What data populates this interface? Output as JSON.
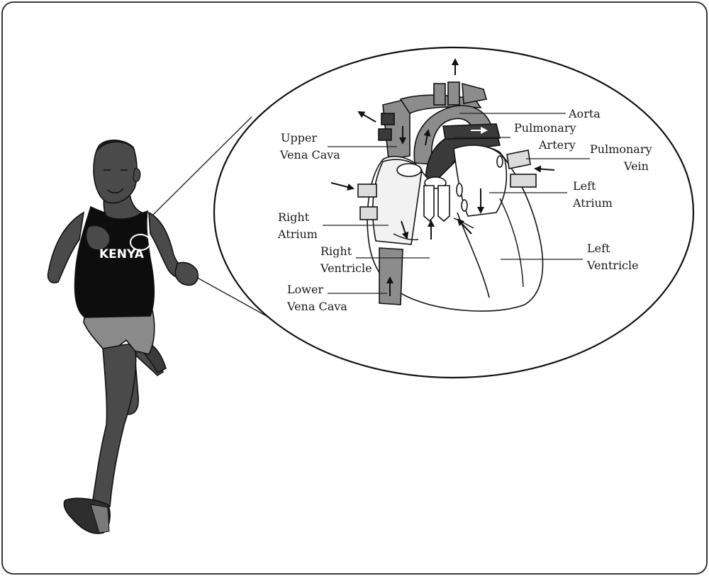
{
  "labels": {
    "aorta": "Aorta",
    "pulmonary_artery": [
      "Pulmonary",
      "Artery"
    ],
    "pulmonary_vein": [
      "Pulmonary",
      "Vein"
    ],
    "upper_vena_cava": [
      "Upper",
      "Vena Cava"
    ],
    "left_atrium": [
      "Left",
      "Atrium"
    ],
    "right_atrium": [
      "Right",
      "Atrium"
    ],
    "right_ventricle": [
      "Right",
      "Ventricle"
    ],
    "left_ventricle": [
      "Left",
      "Ventricle"
    ],
    "lower_vena_cava": [
      "Lower",
      "Vena Cava"
    ]
  },
  "jersey_text": "KENYA",
  "colors": {
    "skin": "#4a4a4a",
    "jersey": "#0d0d0d",
    "shorts": "#8a8a8a",
    "vena_cava": "#8c8c8c",
    "pulmonary": "#3a3a3a",
    "pulmonary_vein": "#dcdcdc",
    "outline": "#111111"
  },
  "icons": [
    "arrow-icon"
  ]
}
